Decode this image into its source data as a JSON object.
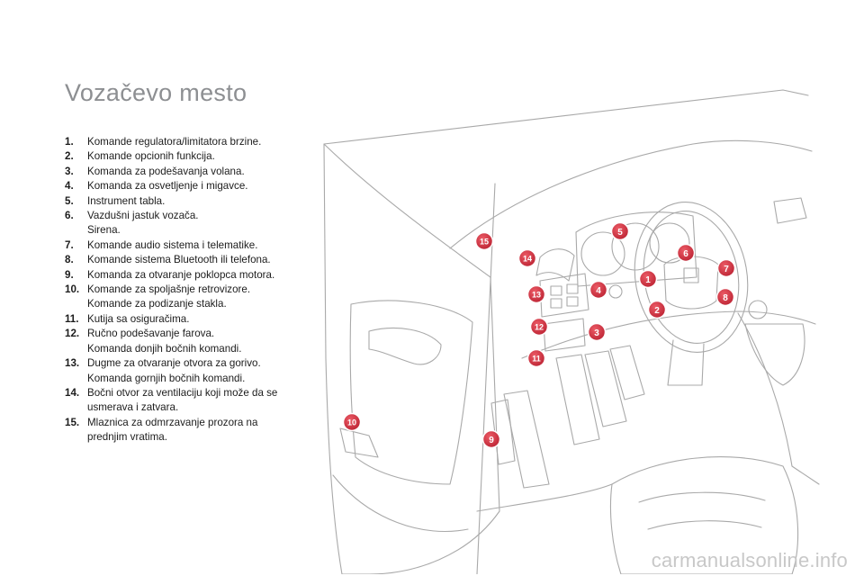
{
  "page": {
    "title": "Vozačevo mesto"
  },
  "legend": [
    {
      "num": "1.",
      "lines": [
        "Komande regulatora/limitatora brzine."
      ]
    },
    {
      "num": "2.",
      "lines": [
        "Komande opcionih funkcija."
      ]
    },
    {
      "num": "3.",
      "lines": [
        "Komanda za podešavanja volana."
      ]
    },
    {
      "num": "4.",
      "lines": [
        "Komanda za osvetljenje i migavce."
      ]
    },
    {
      "num": "5.",
      "lines": [
        "Instrument tabla."
      ]
    },
    {
      "num": "6.",
      "lines": [
        "Vazdušni jastuk vozača.",
        "Sirena."
      ]
    },
    {
      "num": "7.",
      "lines": [
        "Komande audio sistema i telematike."
      ]
    },
    {
      "num": "8.",
      "lines": [
        "Komande sistema Bluetooth ili telefona."
      ]
    },
    {
      "num": "9.",
      "lines": [
        "Komanda za otvaranje poklopca motora."
      ]
    },
    {
      "num": "10.",
      "lines": [
        "Komande za spoljašnje retrovizore.",
        "Komande za podizanje stakla."
      ]
    },
    {
      "num": "11.",
      "lines": [
        "Kutija sa osiguračima."
      ]
    },
    {
      "num": "12.",
      "lines": [
        "Ručno podešavanje farova.",
        "Komanda donjih bočnih komandi."
      ]
    },
    {
      "num": "13.",
      "lines": [
        "Dugme za otvaranje otvora za gorivo.",
        " Komanda gornjih bočnih komandi."
      ]
    },
    {
      "num": "14.",
      "lines": [
        "Bočni otvor za ventilaciju koji može da se",
        "usmerava i zatvara."
      ]
    },
    {
      "num": "15.",
      "lines": [
        "Mlaznica za odmrzavanje prozora na",
        "prednjim vratima."
      ]
    }
  ],
  "callouts": [
    "1",
    "2",
    "3",
    "4",
    "5",
    "6",
    "7",
    "8",
    "9",
    "10",
    "11",
    "12",
    "13",
    "14",
    "15"
  ],
  "accent_color": "#d1303f",
  "line_color": "#a9a9a9",
  "watermark": "carmanualsonline.info"
}
